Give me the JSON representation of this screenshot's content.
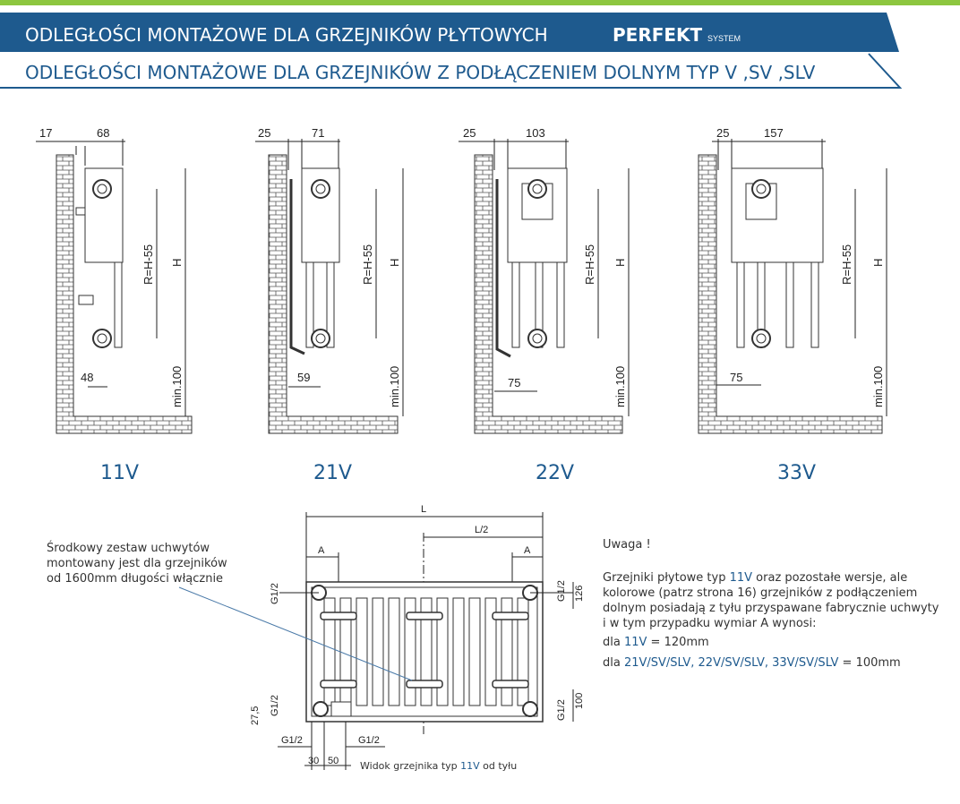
{
  "header": {
    "title": "ODLEGŁOŚCI  MONTAŻOWE  DLA GRZEJNIKÓW  PŁYTOWYCH",
    "brand": "PERFEKT",
    "brand_sub": "SYSTEM",
    "subtitle": "ODLEGŁOŚCI MONTAŻOWE DLA GRZEJNIKÓW Z PODŁĄCZENIEM DOLNYM TYP V ,SV ,SLV",
    "colors": {
      "band": "#1e5a8e",
      "accent": "#8dc63f"
    }
  },
  "diagrams": [
    {
      "type": "11V",
      "top_left": "17",
      "top_right": "68",
      "bottom": "48"
    },
    {
      "type": "21V",
      "top_left": "25",
      "top_right": "71",
      "bottom": "59"
    },
    {
      "type": "22V",
      "top_left": "25",
      "top_right": "103",
      "bottom": "75"
    },
    {
      "type": "33V",
      "top_left": "25",
      "top_right": "157",
      "bottom": "75"
    }
  ],
  "dim_labels": {
    "r": "R=H-55",
    "h": "H",
    "min": "min.100"
  },
  "back_view": {
    "L": "L",
    "L2": "L/2",
    "A": "A",
    "g12": "G1/2",
    "d126": "126",
    "d100": "100",
    "d275": "27,5",
    "d30": "30",
    "d50": "50",
    "note_lines": [
      "Środkowy zestaw uchwytów",
      "montowany jest dla grzejników",
      "od 1600mm długości włącznie"
    ],
    "caption_pre": "Widok grzejnika typ ",
    "caption_type": "11V",
    "caption_post": " od tyłu"
  },
  "uwaga": {
    "title": "Uwaga !",
    "p1_pre": "Grzejniki płytowe typ ",
    "p1_type": "11V",
    "p1_post": " oraz pozostałe wersje, ale kolorowe (patrz strona 16) grzejników z podłączeniem dolnym posiadają z tyłu przyspawane fabrycznie uchwyty i w tym przypadku wymiar A wynosi:",
    "line2_pre": "dla ",
    "line2_type": "11V",
    "line2_val": " = 120mm",
    "line3_pre": "dla ",
    "line3_types": "21V/SV/SLV, 22V/SV/SLV, 33V/SV/SLV",
    "line3_val": " = 100mm"
  }
}
